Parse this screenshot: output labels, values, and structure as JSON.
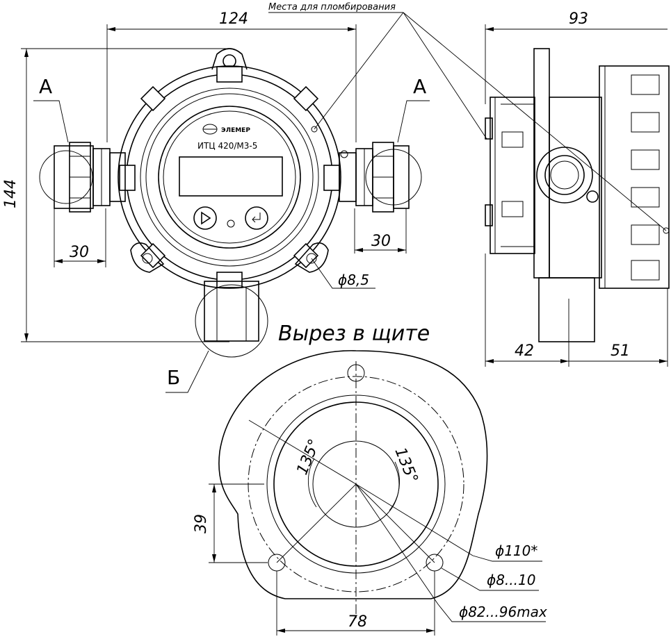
{
  "labels": {
    "sealing_places": "Места для пломбирования",
    "view_a_left": "А",
    "view_a_right": "А",
    "view_b": "Б",
    "panel_cutout": "Вырез в щите",
    "device_model": "ИТЦ 420/М3-5"
  },
  "dimensions": {
    "width_front": "124",
    "height_front": "144",
    "gland_left": "30",
    "gland_right": "30",
    "mount_hole": "ϕ8,5",
    "depth_total": "93",
    "depth_rear": "42",
    "depth_front": "51",
    "angle_left": "135°",
    "angle_right": "135°",
    "hole_offset": "39",
    "hole_spacing": "78",
    "circle_110": "ϕ110*",
    "holes_dia": "ϕ8...10",
    "cutout_dia": "ϕ82...96max"
  }
}
